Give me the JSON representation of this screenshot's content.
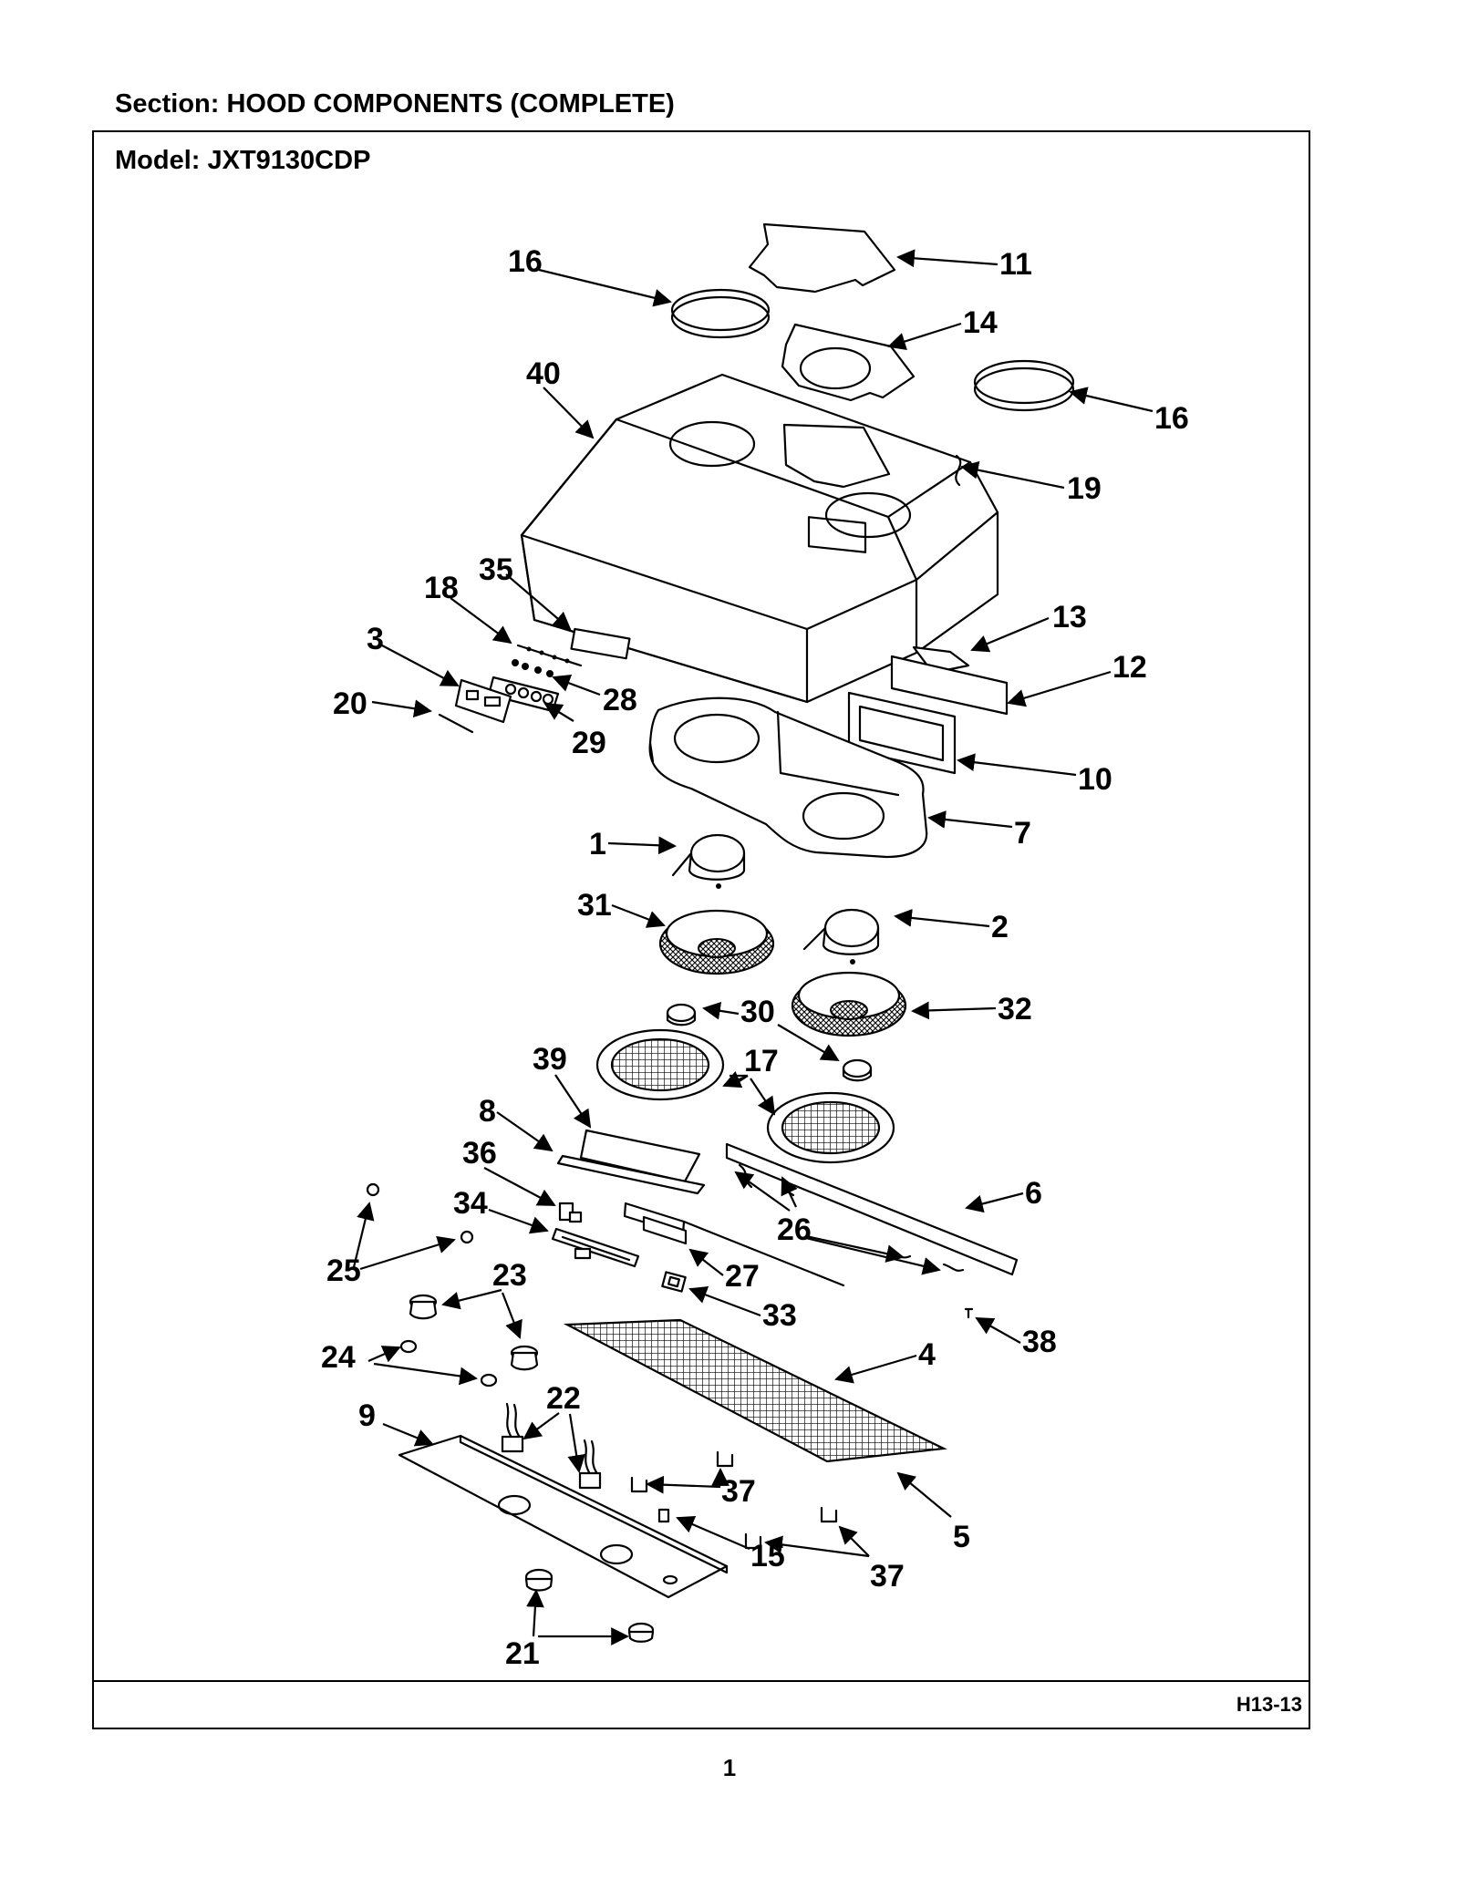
{
  "header": {
    "section": "Section:  HOOD COMPONENTS (COMPLETE)",
    "model": "Model:  JXT9130CDP"
  },
  "footer": {
    "page_code": "H13-13",
    "page_number": "1"
  },
  "callouts": {
    "c1": "1",
    "c2": "2",
    "c3": "3",
    "c4": "4",
    "c5": "5",
    "c6": "6",
    "c7": "7",
    "c8": "8",
    "c9": "9",
    "c10": "10",
    "c11": "11",
    "c12": "12",
    "c13": "13",
    "c14": "14",
    "c15": "15",
    "c16a": "16",
    "c16b": "16",
    "c17": "17",
    "c18": "18",
    "c19": "19",
    "c20": "20",
    "c21": "21",
    "c22": "22",
    "c23": "23",
    "c24": "24",
    "c25": "25",
    "c26": "26",
    "c27": "27",
    "c28": "28",
    "c29": "29",
    "c30": "30",
    "c31": "31",
    "c32": "32",
    "c33": "33",
    "c34": "34",
    "c35": "35",
    "c36": "36",
    "c37a": "37",
    "c37b": "37",
    "c38": "38",
    "c39": "39",
    "c40": "40"
  }
}
